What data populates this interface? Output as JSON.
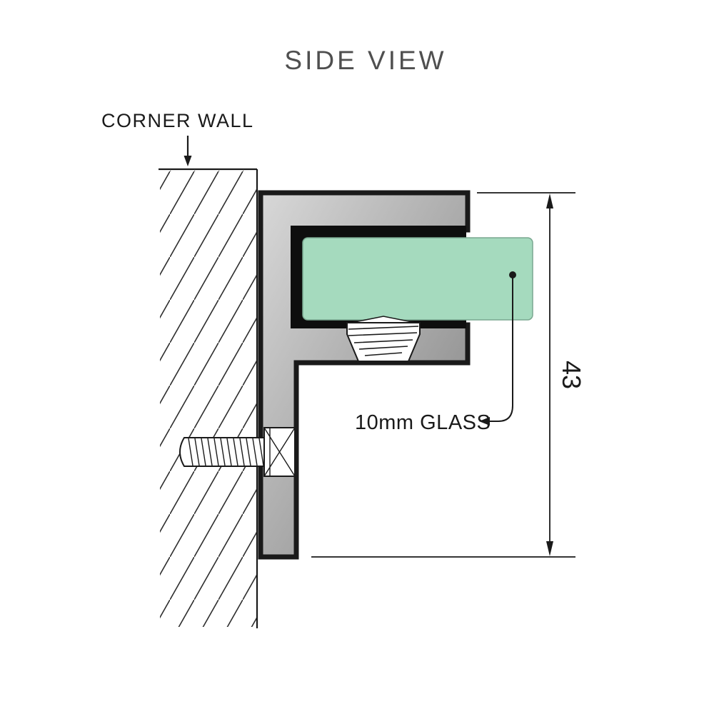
{
  "title": "SIDE VIEW",
  "labels": {
    "corner_wall": "CORNER WALL",
    "glass": "10mm GLASS",
    "dimension_value": "43"
  },
  "colors": {
    "background": "#ffffff",
    "line": "#1a1a1a",
    "title_text": "#4f4f4f",
    "hatch": "#2e2e2e",
    "glass_fill": "#a5dabe",
    "glass_stroke": "#7aa890",
    "gasket": "#0e0e0e",
    "metal_light": "#d8d8d8",
    "metal_dark": "#7e7e7e",
    "screw_fill": "#ffffff"
  }
}
